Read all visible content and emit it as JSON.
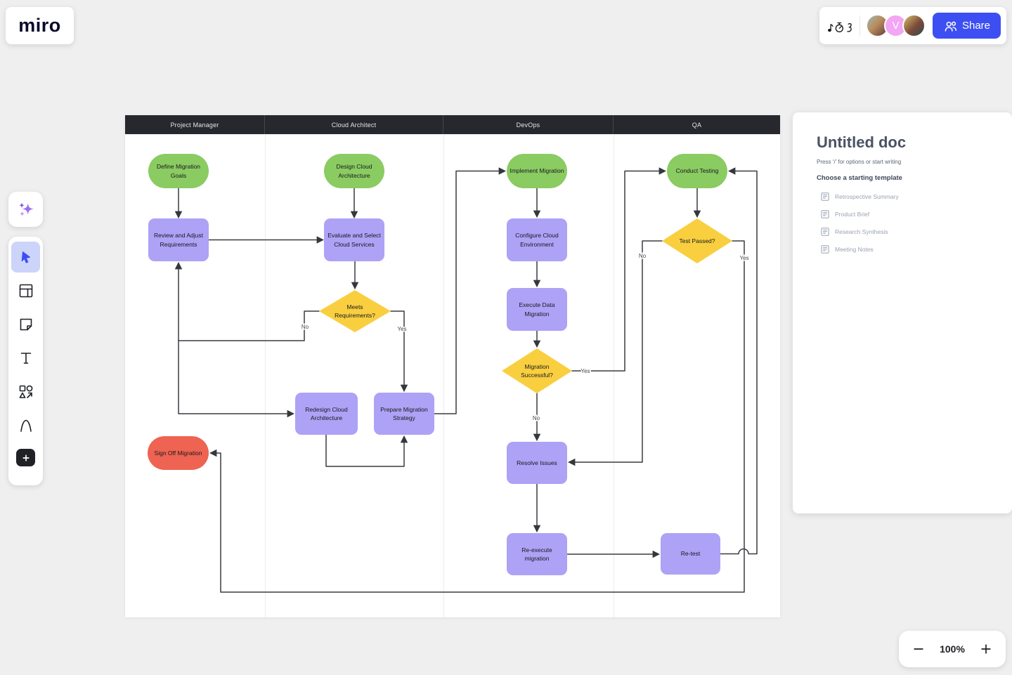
{
  "top_bar": {
    "logo": "miro",
    "share_label": "Share"
  },
  "collaborators": {
    "avatar2_initial": "V"
  },
  "doc_panel": {
    "title": "Untitled doc",
    "hint": "Press ‘/’ for options or start writing",
    "templates_heading": "Choose a starting template",
    "templates": [
      "Retrospective Summary",
      "Product Brief",
      "Research Synthesis",
      "Meeting Notes"
    ]
  },
  "zoom_control": {
    "zoom_level": "100%"
  },
  "diagram": {
    "lanes": [
      "Project Manager",
      "Cloud Architect",
      "DevOps",
      "QA"
    ],
    "nodes": {
      "define_goals": "Define Migration Goals",
      "review_requirements": "Review and Adjust Requirements",
      "sign_off": "Sign Off Migration",
      "design_architecture": "Design Cloud Architecture",
      "evaluate_services": "Evaluate and Select Cloud Services",
      "meets_requirements": "Meets Requirements?",
      "redesign_architecture": "Redesign Cloud Architecture",
      "prepare_strategy": "Prepare Migration Strategy",
      "implement_migration": "Implement Migration",
      "configure_environment": "Configure Cloud Environment",
      "execute_migration": "Execute Data Migration",
      "migration_successful": "Migration Successful?",
      "resolve_issues": "Resolve Issues",
      "reexecute_migration": "Re-execute migration",
      "conduct_testing": "Conduct Testing",
      "test_passed": "Test Passed?",
      "retest": "Re-test"
    },
    "edge_labels": {
      "meets_requirements_no": "No",
      "meets_requirements_yes": "Yes",
      "migration_successful_yes": "Yes",
      "migration_successful_no": "No",
      "test_passed_no": "No",
      "test_passed_yes": "Yes"
    },
    "colors": {
      "terminal_green": "#8acb62",
      "process_purple": "#ada2f6",
      "decision_yellow": "#f9cf40",
      "terminal_red": "#ee6352",
      "lane_header": "#26282d",
      "share_button_blue": "#3d4ff3"
    }
  }
}
